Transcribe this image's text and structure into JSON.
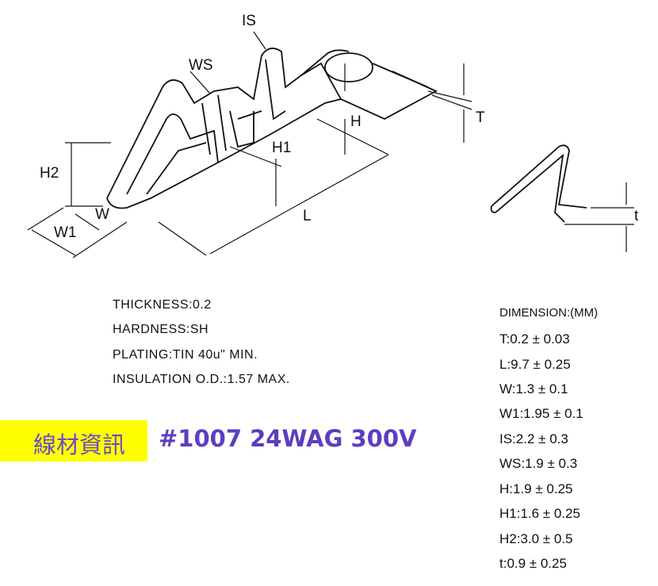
{
  "labels": {
    "IS": "IS",
    "WS": "WS",
    "H": "H",
    "T": "T",
    "H1": "H1",
    "H2": "H2",
    "W": "W",
    "W1": "W1",
    "L": "L",
    "t": "t"
  },
  "specs": [
    "THICKNESS:0.2",
    "HARDNESS:SH",
    "PLATING:TIN 40u\" MIN.",
    "INSULATION O.D.:1.57 MAX."
  ],
  "dimensions": {
    "title": "DIMENSION:(MM)",
    "items": [
      "T:0.2 ± 0.03",
      "L:9.7 ± 0.25",
      "W:1.3 ± 0.1",
      "W1:1.95 ± 0.1",
      "IS:2.2 ± 0.3",
      "WS:1.9 ± 0.3",
      "H:1.9 ± 0.25",
      "H1:1.6 ± 0.25",
      "H2:3.0 ± 0.5",
      "t:0.9 ± 0.25"
    ]
  },
  "banner": {
    "tag": "線材資訊",
    "wire": "#1007 24WAG 300V",
    "tag_color": "#ffff00",
    "text_color": "#5b3ec0"
  }
}
